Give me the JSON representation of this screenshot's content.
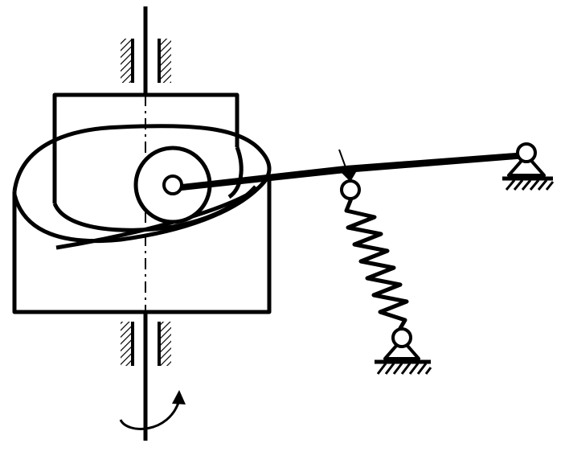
{
  "diagram": {
    "kind": "cam-follower mechanism sketch",
    "colors": {
      "ink": "#000000",
      "paper": "#ffffff"
    },
    "components": [
      "rotating-shaft",
      "shaft-bearings",
      "cam-body",
      "roller-follower",
      "lever-arm",
      "fixed-pivot",
      "spring",
      "spring-ground-pivot",
      "rotation-arrow"
    ],
    "spring_coils": 7,
    "rotation_direction": "counterclockwise"
  }
}
